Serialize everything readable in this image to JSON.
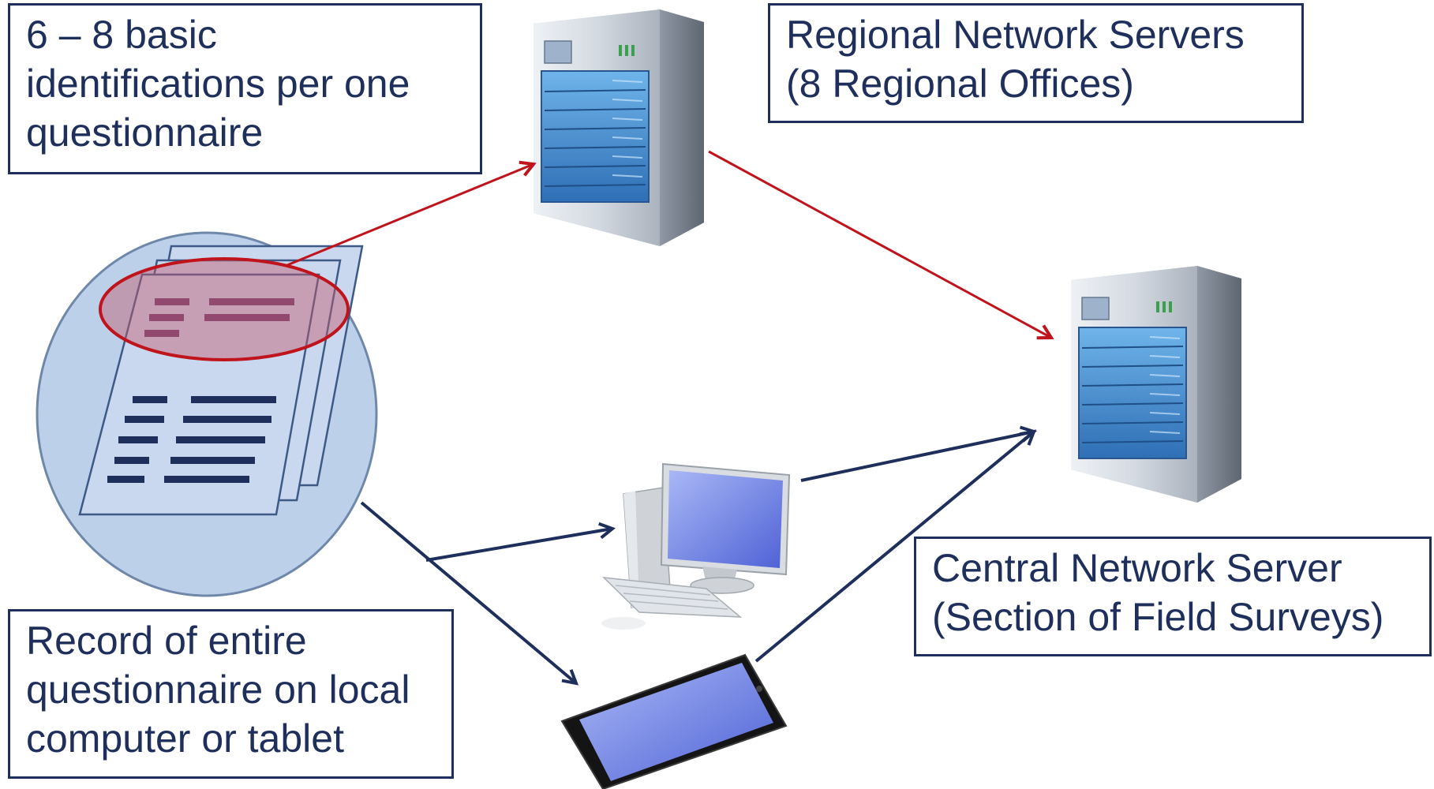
{
  "labels": {
    "identifications": [
      "6 – 8 basic",
      "identifications per one",
      "questionnaire"
    ],
    "regional": [
      "Regional Network Servers",
      "(8 Regional Offices)"
    ],
    "central": [
      "Central Network Server",
      "(Section of Field Surveys)"
    ],
    "record": [
      "Record of entire",
      "questionnaire on local",
      "computer or tablet"
    ]
  },
  "icons": {
    "questionnaire": "questionnaire-pages-icon",
    "regional_server": "server-tower-icon",
    "central_server": "server-tower-icon",
    "desktop": "desktop-computer-icon",
    "tablet": "tablet-icon"
  },
  "colors": {
    "text_and_border": "#1f2f5c",
    "flow_red": "#c0141c",
    "flow_navy": "#1f2f5c",
    "highlight": "#b03040",
    "circle_fill": "#bcd0ea"
  }
}
